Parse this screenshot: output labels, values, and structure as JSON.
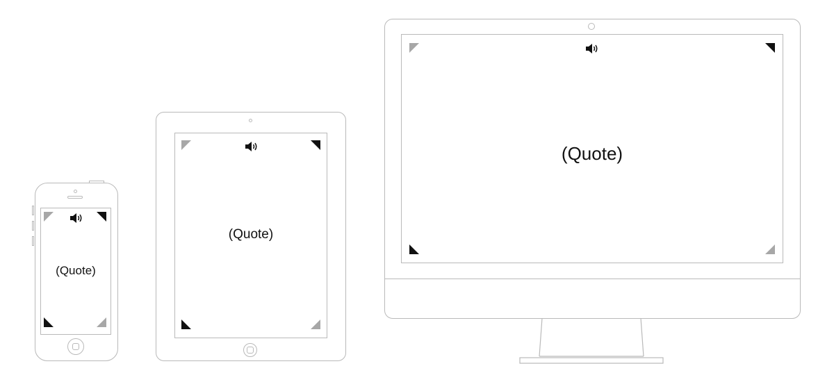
{
  "devices": {
    "phone": {
      "quote": "(Quote)",
      "speaker_icon": "speaker-icon"
    },
    "tablet": {
      "quote": "(Quote)",
      "speaker_icon": "speaker-icon"
    },
    "desktop": {
      "quote": "(Quote)",
      "speaker_icon": "speaker-icon"
    }
  },
  "colors": {
    "outline": "#b9b9b9",
    "corner_dark": "#111111",
    "corner_light": "#a7a7a7",
    "text": "#111111"
  }
}
